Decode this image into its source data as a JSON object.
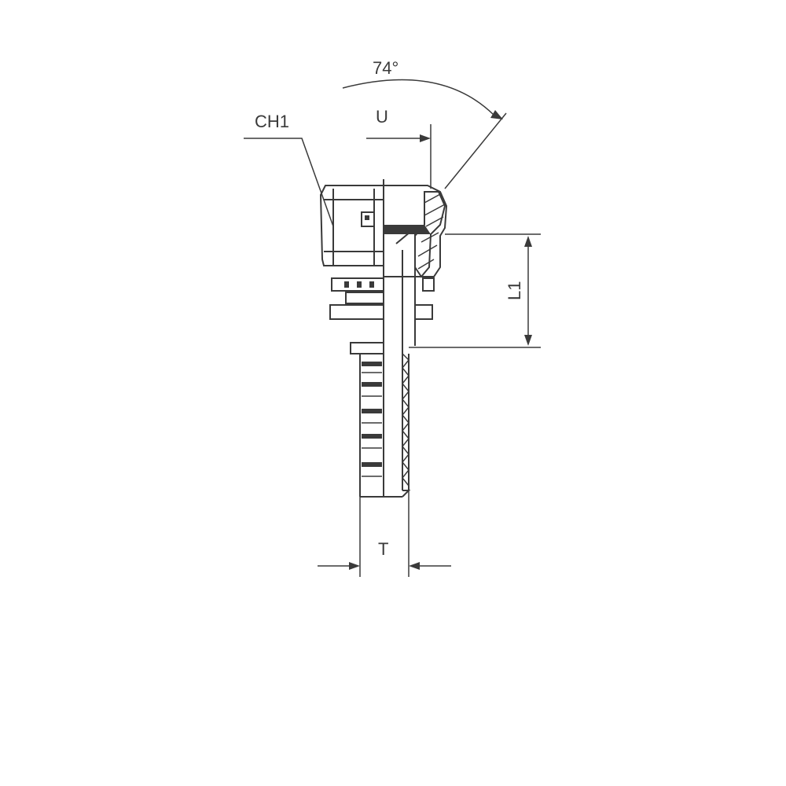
{
  "labels": {
    "angle": "74°",
    "hex": "CH1",
    "u": "U",
    "l1": "L1",
    "t": "T"
  },
  "colors": {
    "line": "#3a3a3a",
    "background": "#ffffff"
  }
}
